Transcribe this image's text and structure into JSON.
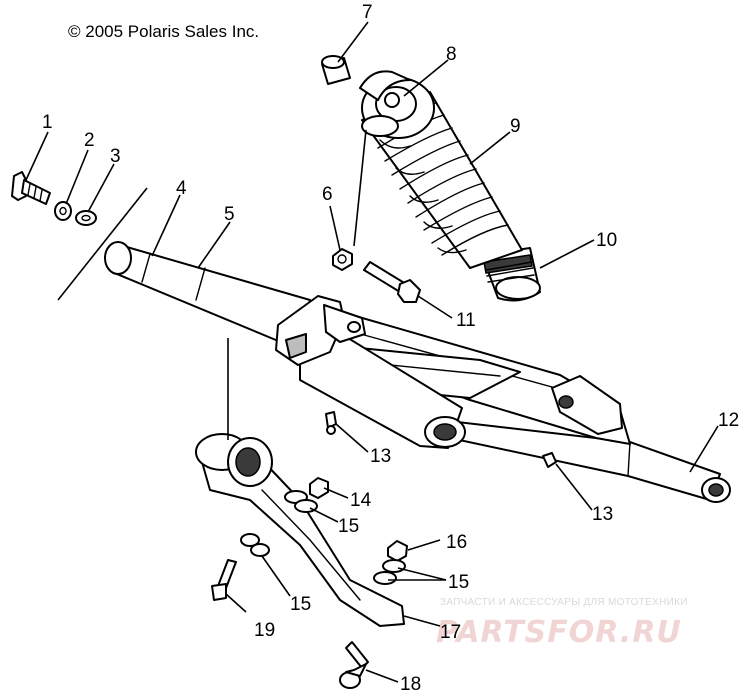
{
  "copyright": "© 2005 Polaris Sales Inc.",
  "watermark": {
    "text": "ЗАПЧАСТИ И АКСЕССУАРЫ ДЛЯ МОТОТЕХНИКИ",
    "logo": "PARTSFOR.RU"
  },
  "callouts": [
    "1",
    "2",
    "3",
    "4",
    "5",
    "6",
    "7",
    "8",
    "9",
    "10",
    "11",
    "12",
    "13",
    "13",
    "14",
    "15",
    "15",
    "15",
    "16",
    "17",
    "18",
    "19"
  ],
  "colors": {
    "line": "#000000",
    "background": "#ffffff",
    "shade": "#bdbdbd",
    "watermark_logo": "#f1d4d4"
  }
}
